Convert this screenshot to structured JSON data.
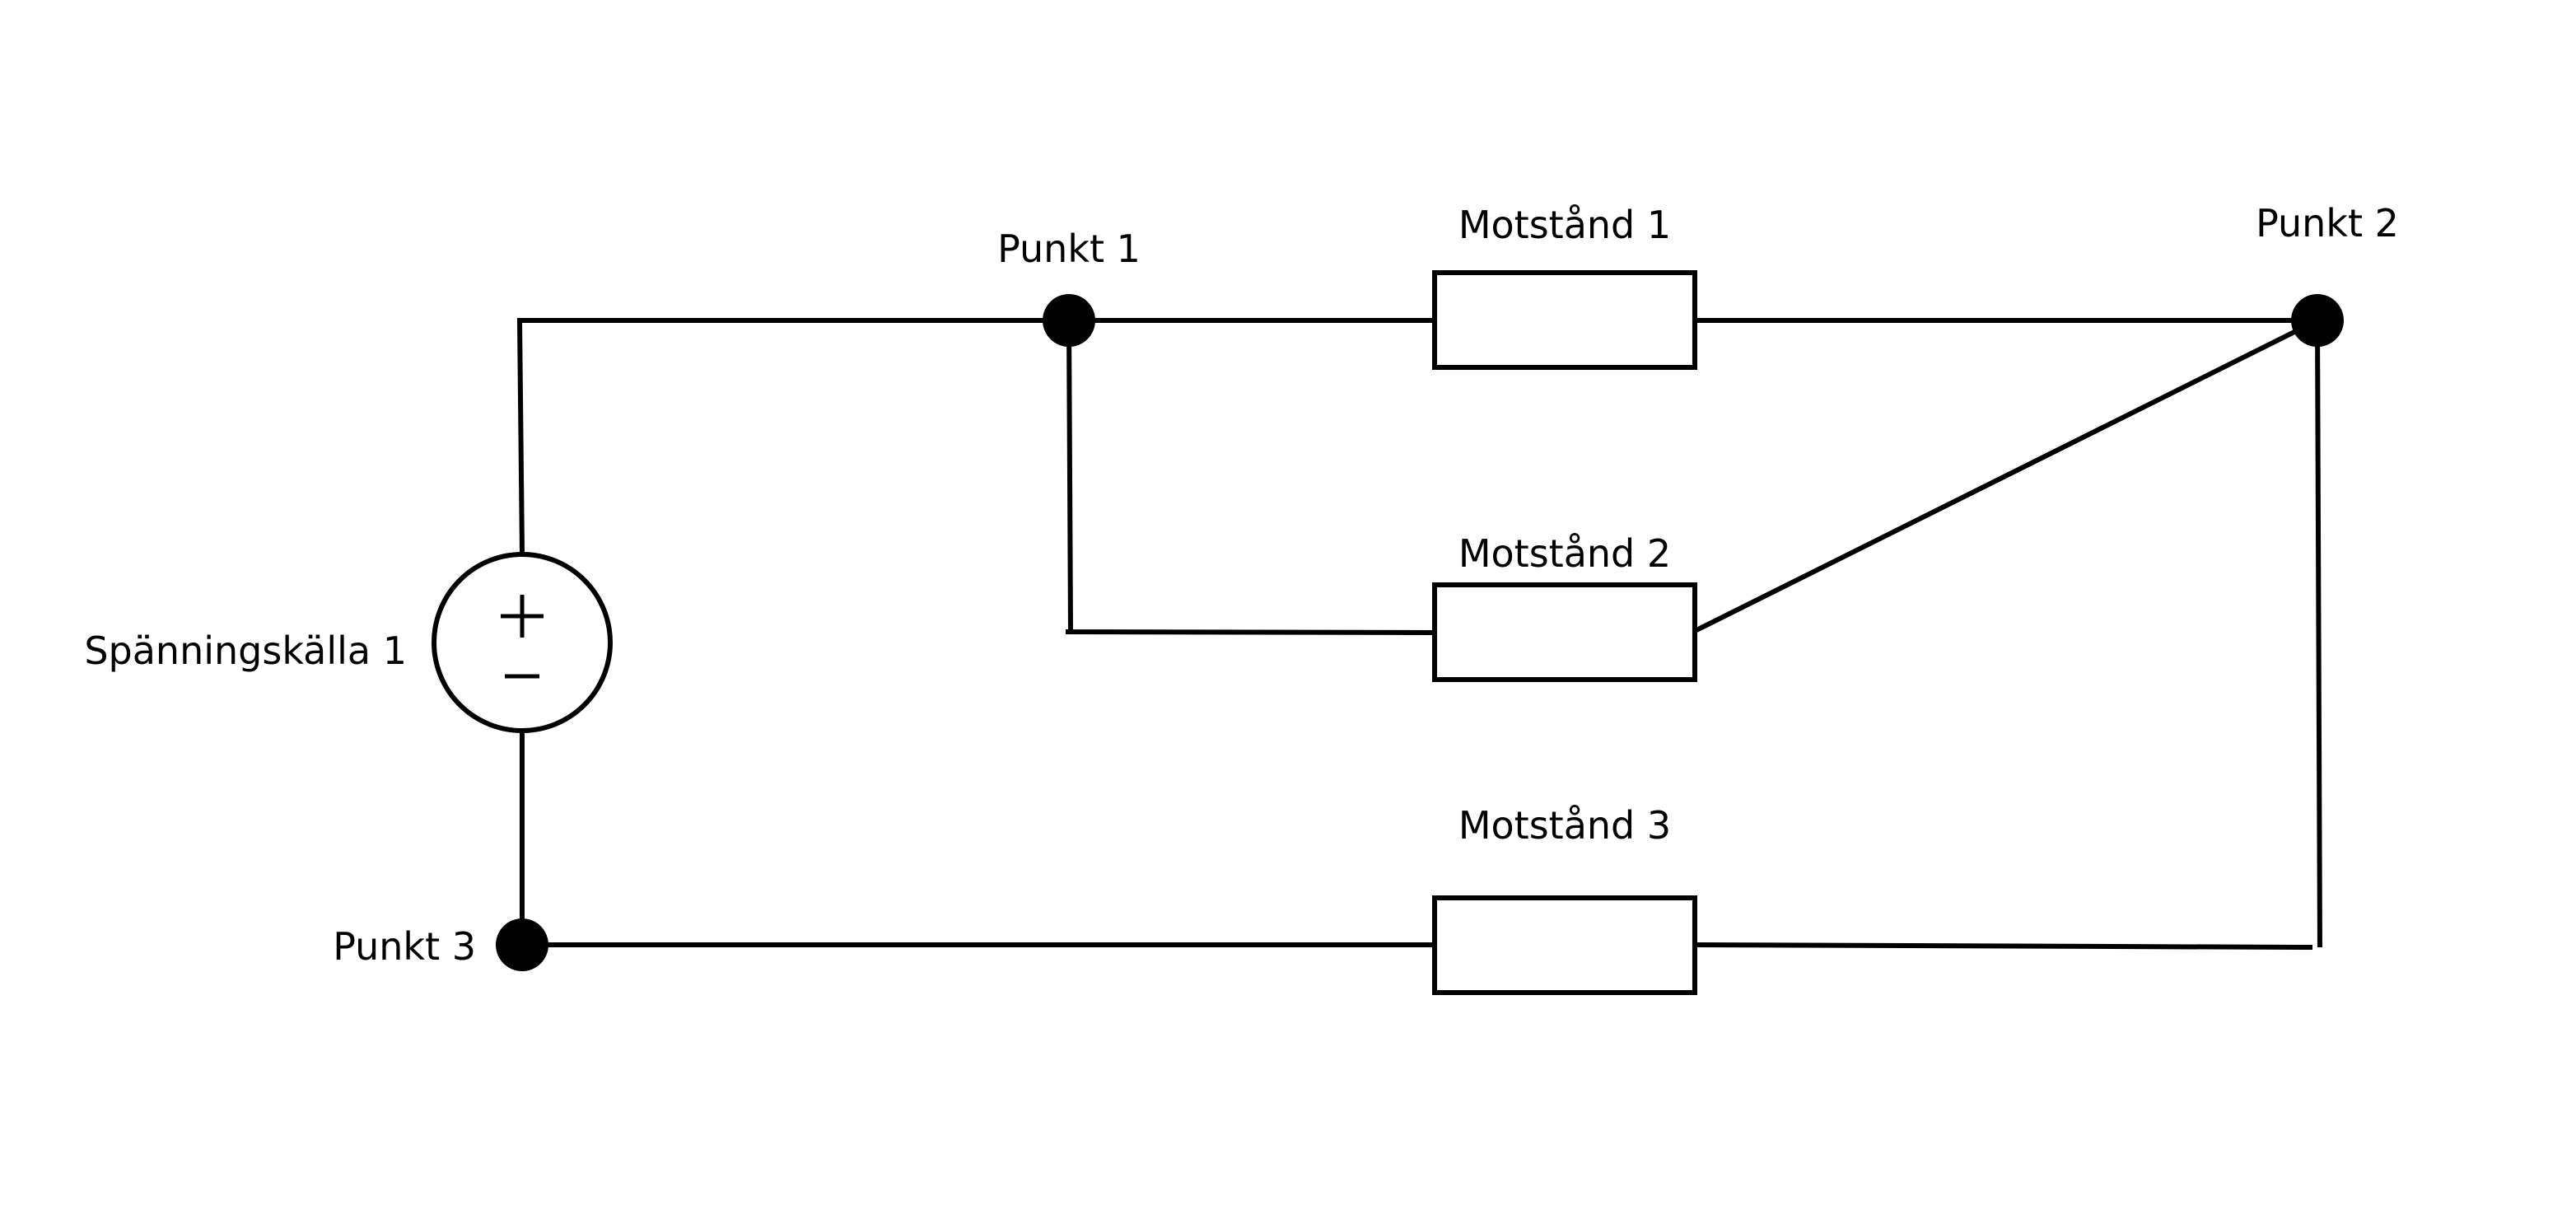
{
  "colors": {
    "background": "#ffffff",
    "ink": "#000000"
  },
  "components": {
    "voltage_source": {
      "label": "Spänningskälla 1",
      "plus_symbol": "+",
      "minus_symbol": "−"
    },
    "resistors": [
      {
        "label": "Motstånd 1"
      },
      {
        "label": "Motstånd 2"
      },
      {
        "label": "Motstånd 3"
      }
    ],
    "nodes": [
      {
        "label": "Punkt 1"
      },
      {
        "label": "Punkt 2"
      },
      {
        "label": "Punkt 3"
      }
    ]
  }
}
